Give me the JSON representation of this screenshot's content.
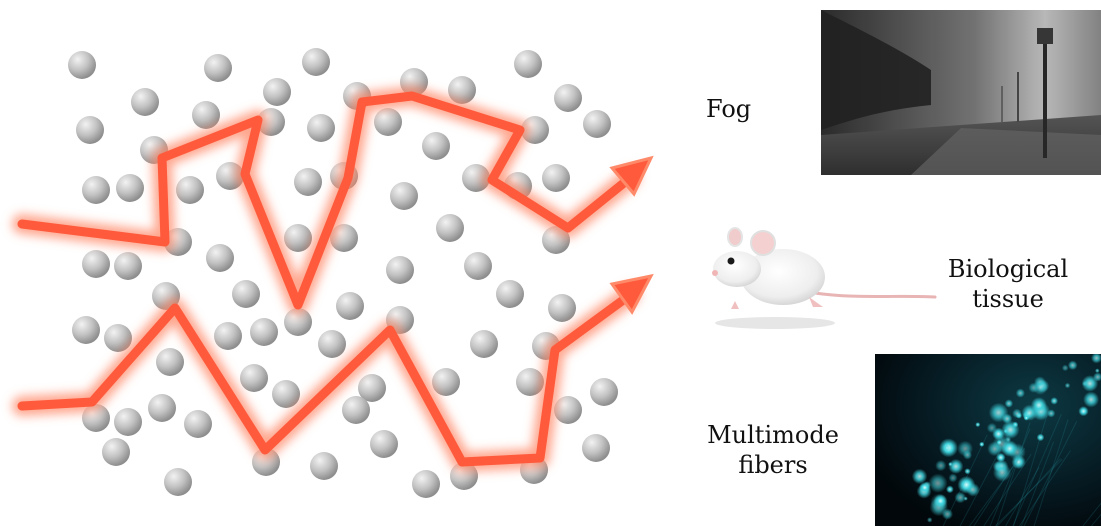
{
  "labels": {
    "fog": "Fog",
    "biological_line1": "Biological",
    "biological_line2": "tissue",
    "fibers_line1": "Multimode",
    "fibers_line2": "fibers"
  },
  "colors": {
    "particle": "#b8b8b8",
    "path": "#ff5a3c",
    "path_glow": "#ff9a80",
    "fiber_glow": "#23d6e0"
  },
  "icons": {
    "fog": "foggy-street-lamp-photo",
    "tissue": "white-mouse-photo",
    "fibers": "optical-fiber-bundle-photo"
  }
}
